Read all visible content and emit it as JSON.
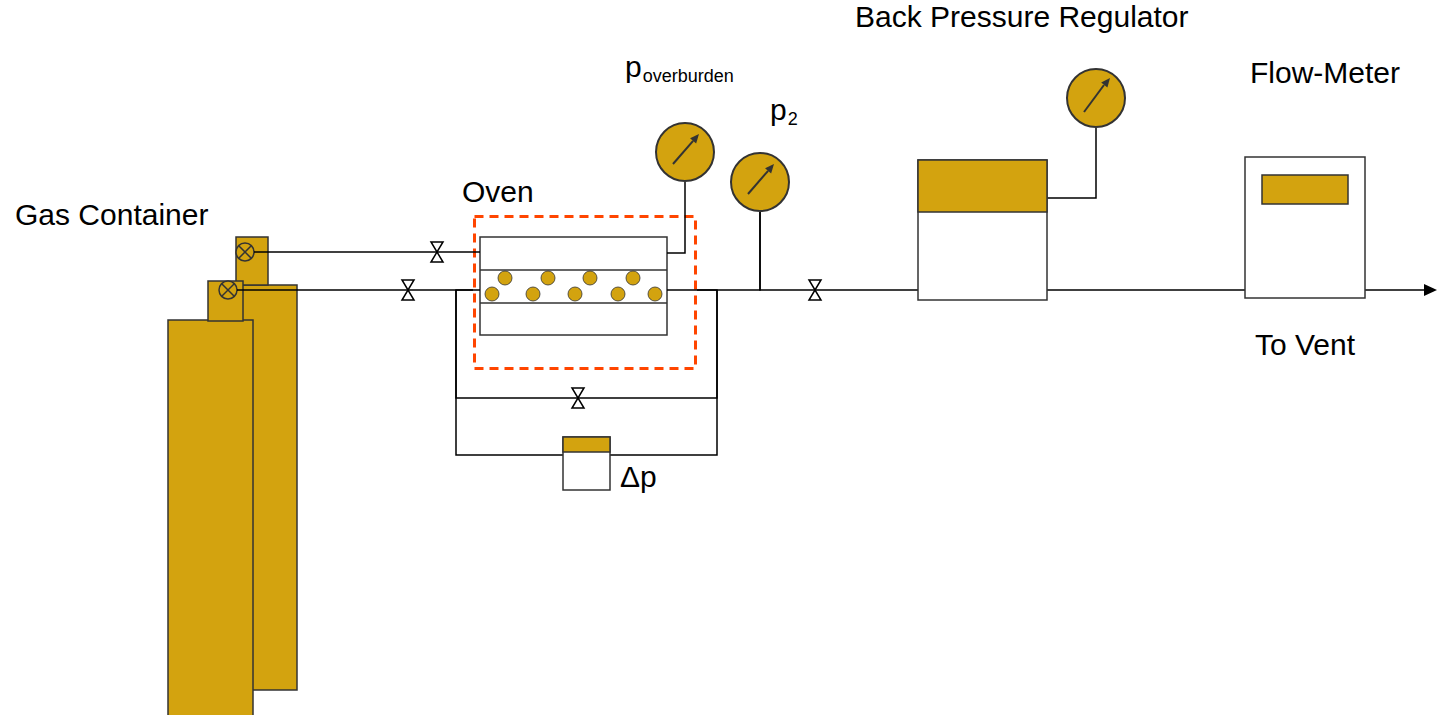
{
  "diagram": {
    "nodes": [
      {
        "text": [
          "Gas Container"
        ]
      },
      {
        "text": [
          "Oven"
        ]
      },
      {
        "text": [
          "p",
          "overburden"
        ]
      },
      {
        "text": [
          "p",
          "2"
        ]
      },
      {
        "text": [
          "Back Pressure Regulator"
        ]
      },
      {
        "text": [
          "Flow-Meter"
        ]
      },
      {
        "text": [
          "Δp"
        ]
      }
    ],
    "edges": [
      {
        "from": 0,
        "to": 1,
        "arrow": "none"
      },
      {
        "from": 0,
        "to": 1,
        "arrow": "none"
      },
      {
        "from": 1,
        "to": 2,
        "arrow": "none"
      },
      {
        "from": 1,
        "to": 3,
        "arrow": "none"
      },
      {
        "from": 3,
        "to": 4,
        "arrow": "none"
      },
      {
        "from": 4,
        "to": 5,
        "arrow": "none"
      },
      {
        "from": 1,
        "to": 6,
        "arrow": "none"
      },
      {
        "from": 6,
        "to": 1,
        "arrow": "none"
      }
    ],
    "labels": [
      "To Vent"
    ]
  }
}
